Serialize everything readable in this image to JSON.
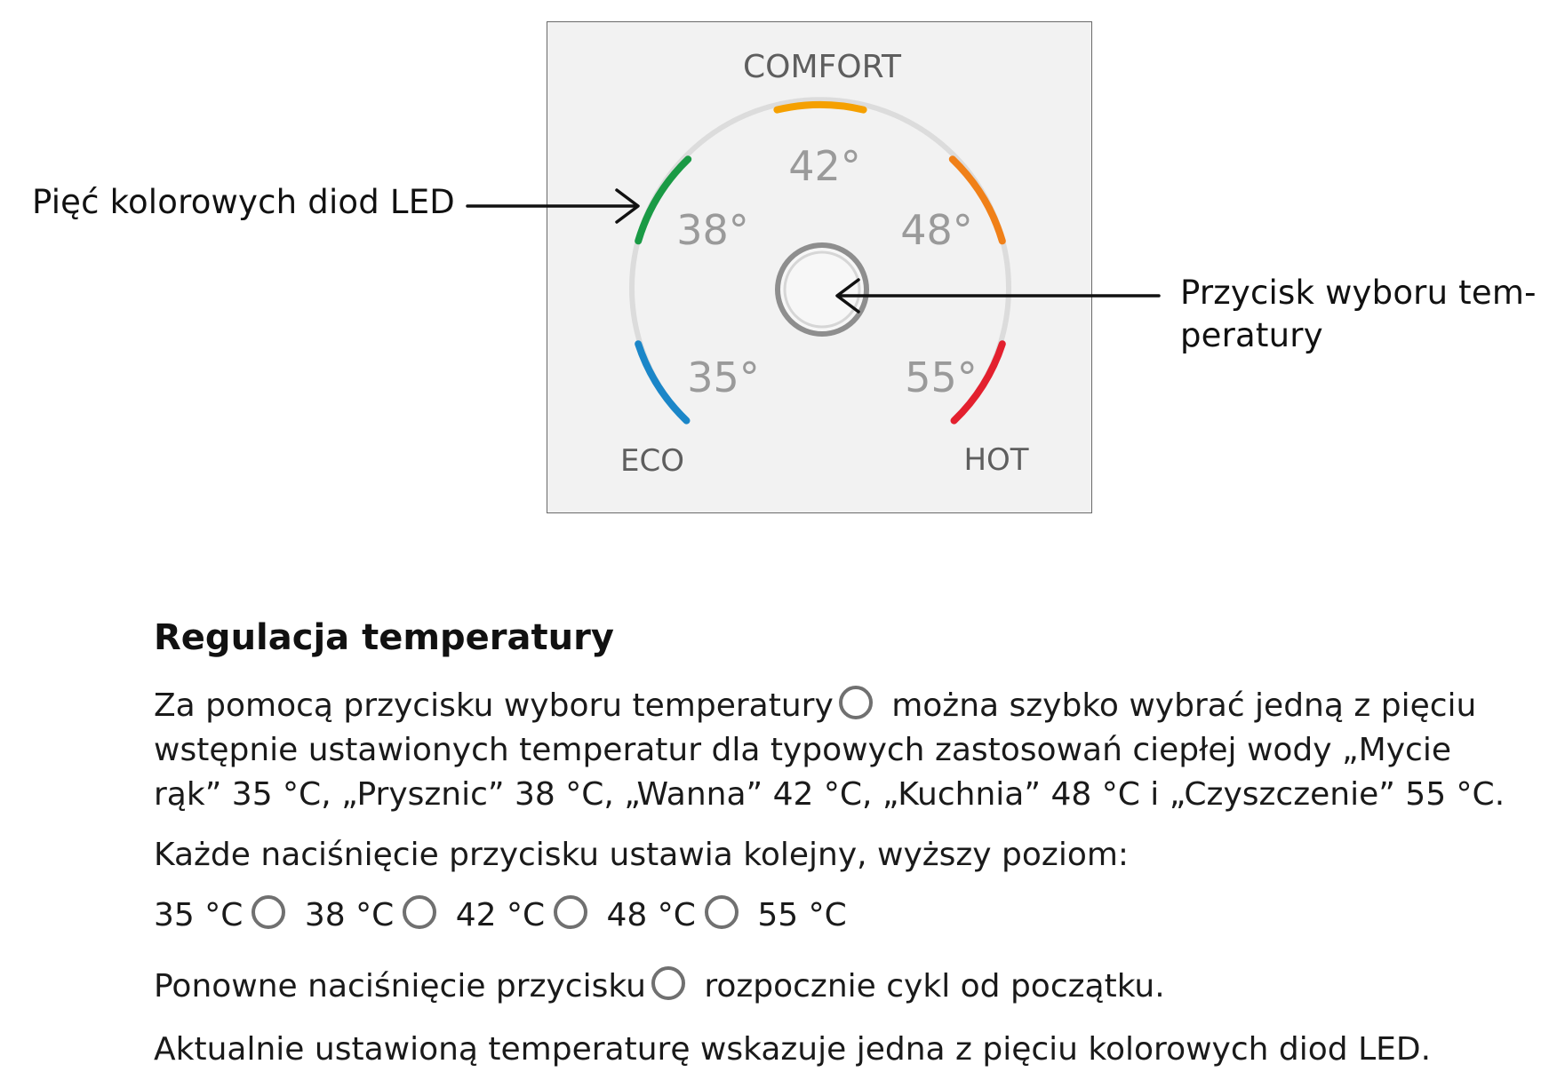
{
  "panel": {
    "comfort_label": "COMFORT",
    "eco_label": "ECO",
    "hot_label": "HOT",
    "temps": {
      "t35": "35°",
      "t38": "38°",
      "t42": "42°",
      "t48": "48°",
      "t55": "55°"
    },
    "led_colors": {
      "t35": "#1b86c8",
      "t38": "#1a9a45",
      "t42": "#f5a000",
      "t48": "#f08018",
      "t55": "#e3202e"
    },
    "track_color": "#dcdcdc",
    "button_icon": "temperature-select-button-icon"
  },
  "callouts": {
    "led": "Pięć kolorowych diod LED",
    "button": "Przycisk wyboru tem-\nperatury"
  },
  "doc": {
    "title": "Regulacja temperatury",
    "p1_before": "Za pomocą przycisku wyboru temperatury",
    "p1_after": " można szybko wybrać jedną z pięciu wstępnie ustawionych temperatur dla typowych zastosowań ciepłej wody „Mycie rąk” 35 °C, „Prysznic” 38 °C, „Wanna” 42 °C, „Kuchnia” 48 °C i „Czyszczenie” 55 °C.",
    "p2": "Każde naciśnięcie przycisku ustawia kolejny, wyższy poziom:",
    "sequence": [
      "35 °C",
      "38 °C",
      "42 °C",
      "48 °C",
      "55 °C"
    ],
    "p4_before": "Ponowne naciśnięcie przycisku",
    "p4_after": " rozpocznie cykl od początku.",
    "p5": "Aktualnie ustawioną temperaturę wskazuje jedna z pięciu kolorowych diod LED."
  }
}
